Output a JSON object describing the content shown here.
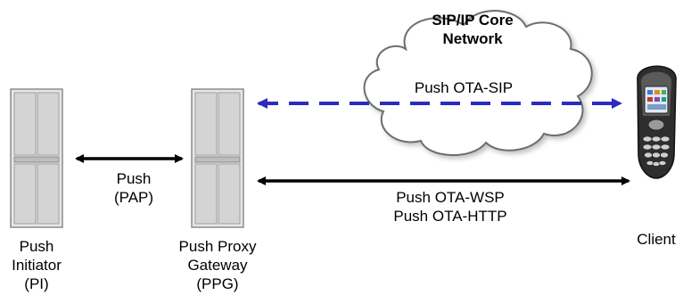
{
  "nodes": {
    "push_initiator": {
      "lines": [
        "Push",
        "Initiator",
        "(PI)"
      ]
    },
    "ppg": {
      "lines": [
        "Push Proxy",
        "Gateway",
        "(PPG)"
      ]
    },
    "client": {
      "lines": [
        "Client"
      ]
    },
    "cloud": {
      "lines": [
        "SIP/IP Core",
        "Network"
      ]
    }
  },
  "edges": {
    "pi_ppg": {
      "lines": [
        "Push",
        "(PAP)"
      ]
    },
    "ota_sip": {
      "label": "Push OTA-SIP",
      "color": "#2b2bbf",
      "style": "dashed"
    },
    "ota_wsp_http": {
      "lines": [
        "Push OTA-WSP",
        "Push OTA-HTTP"
      ]
    }
  },
  "colors": {
    "server_fill": "#d9d9d9",
    "server_stroke": "#8c8c8c",
    "arrow_black": "#000000"
  }
}
